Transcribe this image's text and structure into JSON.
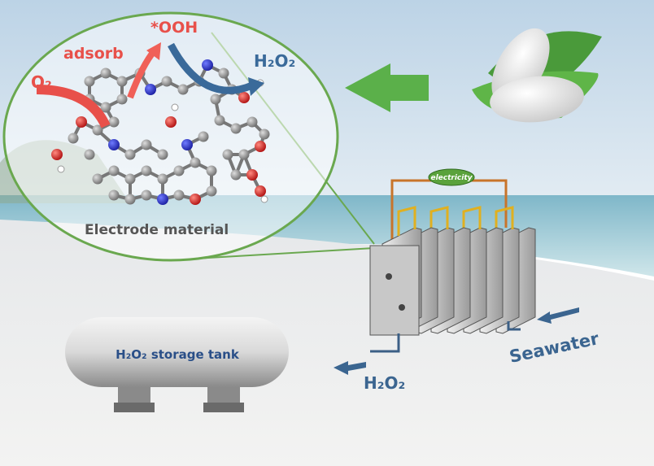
{
  "molecule": {
    "o2_label": "O₂",
    "adsorb_label": "adsorb",
    "ooh_label": "*OOH",
    "h2o2_label": "H₂O₂",
    "caption": "Electrode material"
  },
  "electrolyzer": {
    "power_label": "electricity",
    "output_label": "H₂O₂",
    "input_label": "Seawater"
  },
  "tank": {
    "label": "H₂O₂ storage tank"
  },
  "colors": {
    "red_arrow": "#e8504a",
    "blue_arrow": "#3a6a9a",
    "green_arrow": "#5bb04a",
    "magnifier_border": "#6aa84f",
    "text_blue": "#3b6590"
  }
}
